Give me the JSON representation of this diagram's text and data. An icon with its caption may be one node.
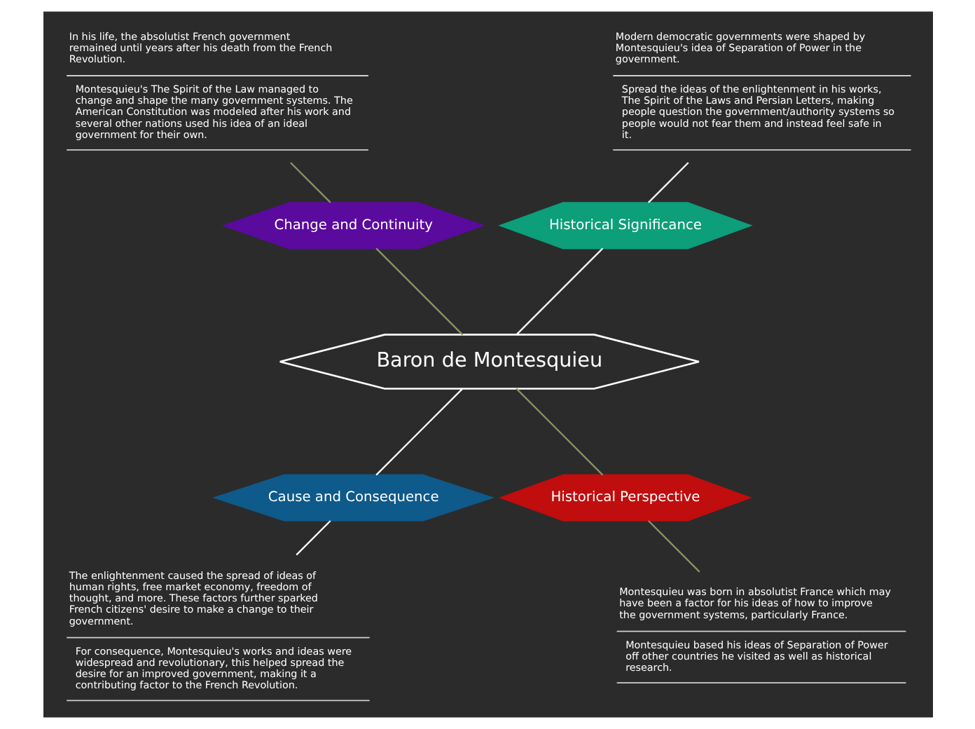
{
  "diagram": {
    "nodes": [
      {
        "text": [
          "Baron de Montesquieu"
        ]
      },
      {
        "text": [
          "Historical Significance"
        ]
      },
      {
        "text": [
          "Modern democratic governments were shaped by Montesquieu's idea of Separation of Power in the government.",
          "Spread the ideas of the enlightenment in his works, The Spirit of the Laws and Persian Letters, making people question the government/authority systems so people would not fear them and instead feel safe in it."
        ]
      },
      {
        "text": [
          "Change and Continuity"
        ]
      },
      {
        "text": [
          "In his life, the absolutist French government remained until years after his death from the French Revolution.",
          "Montesquieu's The Spirit of the Law managed to change and shape the many government systems. The American Constitution was modeled after his work and several other nations used his idea of an ideal government for their own."
        ]
      },
      {
        "text": [
          "Cause and Consequence"
        ]
      },
      {
        "text": [
          "The enlightenment caused the spread of ideas of human rights, free market economy, freedom of thought, and more. These factors further sparked French citizens' desire to make a change to their government.",
          "For consequence, Montesquieu's works and ideas were widespread and revolutionary, this helped spread the desire for an improved government, making it a contributing factor to the French Revolution."
        ]
      },
      {
        "text": [
          "Historical Perspective"
        ]
      },
      {
        "text": [
          "Montesquieu was born in absolutist France which may have been a factor for his ideas of how to improve the government systems, particularly France.",
          "Montesquieu based his ideas of Separation of Power off other countries he visited as well as historical research."
        ]
      }
    ],
    "edges": [
      {
        "from": 0,
        "to": 1,
        "arrow": "none"
      },
      {
        "from": 1,
        "to": 2,
        "arrow": "none"
      },
      {
        "from": 0,
        "to": 3,
        "arrow": "none",
        "color": "#8a9466"
      },
      {
        "from": 3,
        "to": 4,
        "arrow": "none",
        "color": "#8a9466"
      },
      {
        "from": 0,
        "to": 5,
        "arrow": "none"
      },
      {
        "from": 5,
        "to": 6,
        "arrow": "none"
      },
      {
        "from": 0,
        "to": 7,
        "arrow": "none",
        "color": "#8a9466"
      },
      {
        "from": 7,
        "to": 8,
        "arrow": "none",
        "color": "#8a9466"
      }
    ]
  }
}
